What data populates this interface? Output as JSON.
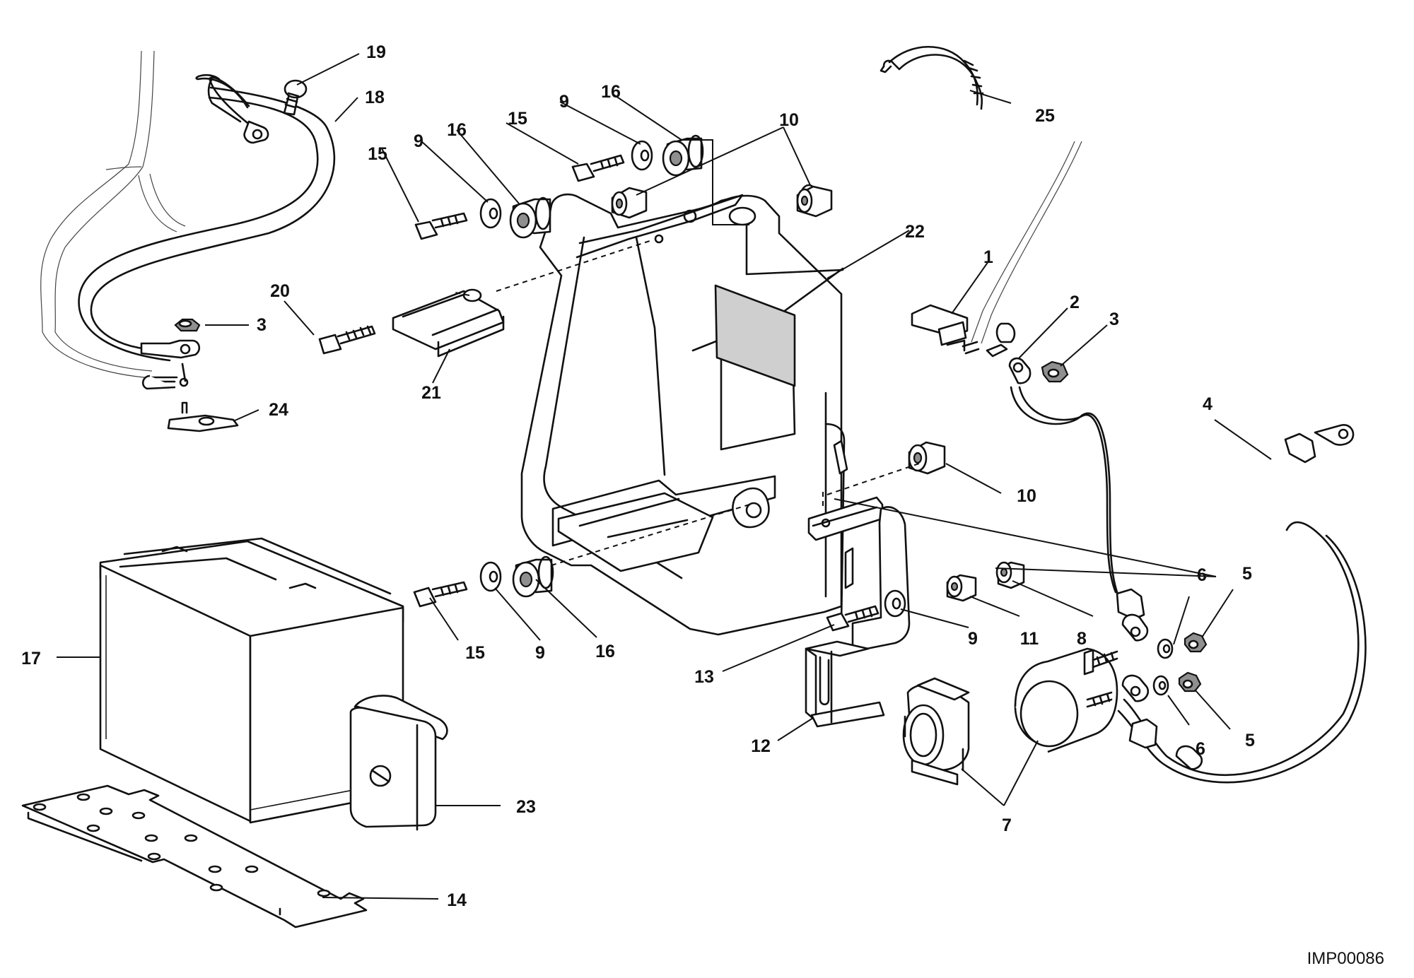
{
  "drawing_code": "IMP00086",
  "callouts": [
    {
      "id": "c1",
      "text": "1"
    },
    {
      "id": "c2",
      "text": "2"
    },
    {
      "id": "c3a",
      "text": "3"
    },
    {
      "id": "c3b",
      "text": "3"
    },
    {
      "id": "c4",
      "text": "4"
    },
    {
      "id": "c5a",
      "text": "5"
    },
    {
      "id": "c5b",
      "text": "5"
    },
    {
      "id": "c6a",
      "text": "6"
    },
    {
      "id": "c6b",
      "text": "6"
    },
    {
      "id": "c7",
      "text": "7"
    },
    {
      "id": "c8",
      "text": "8"
    },
    {
      "id": "c9a",
      "text": "9"
    },
    {
      "id": "c9b",
      "text": "9"
    },
    {
      "id": "c9c",
      "text": "9"
    },
    {
      "id": "c9d",
      "text": "9"
    },
    {
      "id": "c10a",
      "text": "10"
    },
    {
      "id": "c10b",
      "text": "10"
    },
    {
      "id": "c11",
      "text": "11"
    },
    {
      "id": "c12",
      "text": "12"
    },
    {
      "id": "c13",
      "text": "13"
    },
    {
      "id": "c14",
      "text": "14"
    },
    {
      "id": "c15a",
      "text": "15"
    },
    {
      "id": "c15b",
      "text": "15"
    },
    {
      "id": "c15c",
      "text": "15"
    },
    {
      "id": "c16a",
      "text": "16"
    },
    {
      "id": "c16b",
      "text": "16"
    },
    {
      "id": "c16c",
      "text": "16"
    },
    {
      "id": "c17",
      "text": "17"
    },
    {
      "id": "c18",
      "text": "18"
    },
    {
      "id": "c19",
      "text": "19"
    },
    {
      "id": "c20",
      "text": "20"
    },
    {
      "id": "c21",
      "text": "21"
    },
    {
      "id": "c22",
      "text": "22"
    },
    {
      "id": "c23",
      "text": "23"
    },
    {
      "id": "c24",
      "text": "24"
    },
    {
      "id": "c25",
      "text": "25"
    }
  ]
}
